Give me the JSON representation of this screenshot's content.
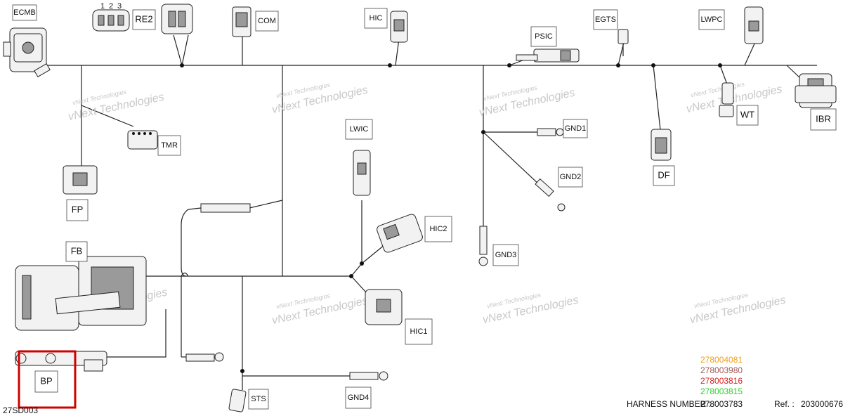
{
  "connectors": {
    "ecmb": "ECMB",
    "re2": "RE2",
    "com": "COM",
    "hic": "HIC",
    "psic": "PSIC",
    "egts": "EGTS",
    "lwpc": "LWPC",
    "wt": "WT",
    "ibr": "IBR",
    "tmr": "TMR",
    "fp": "FP",
    "lwic": "LWIC",
    "gnd1": "GND1",
    "gnd2": "GND2",
    "df": "DF",
    "hic2": "HIC2",
    "gnd3": "GND3",
    "fb": "FB",
    "hic1": "HIC1",
    "bp": "BP",
    "sts": "STS",
    "gnd4": "GND4"
  },
  "pin_numbers": [
    "1",
    "2",
    "3"
  ],
  "watermark": {
    "line1": "vNext Technologies",
    "line2": "vNext Technologies"
  },
  "part_numbers": [
    {
      "value": "278004081",
      "color": "#f0a020"
    },
    {
      "value": "278003980",
      "color": "#a05a5a"
    },
    {
      "value": "278003816",
      "color": "#e02020"
    },
    {
      "value": "278003815",
      "color": "#30d030"
    }
  ],
  "footer": {
    "harness_label": "HARNESS NUMBER :",
    "harness_number": "278003783",
    "ref_label": "Ref. :",
    "ref_number": "203000676",
    "drawing_code": "27SD003"
  },
  "highlight_color": "#d00000"
}
